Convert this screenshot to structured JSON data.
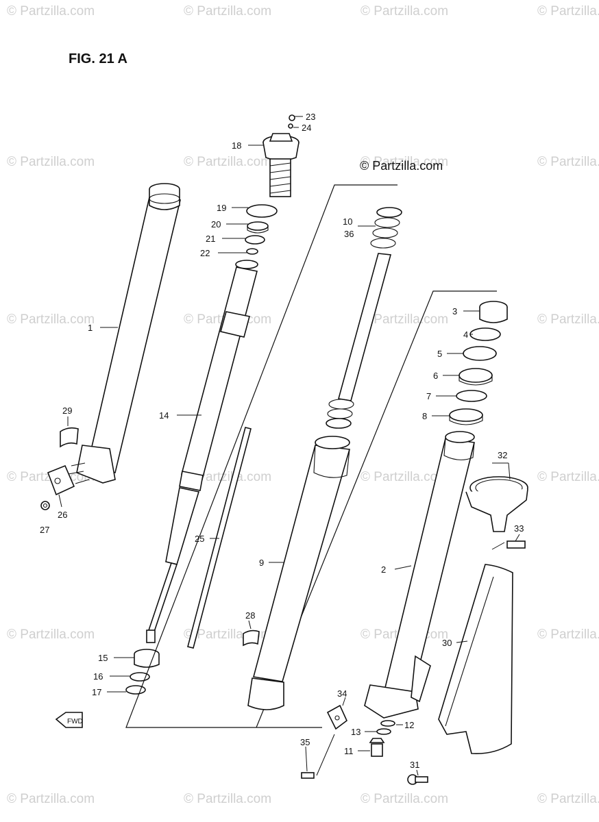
{
  "figure": {
    "title": "FIG. 21 A",
    "copyright": "© Partzilla.com",
    "direction_label": "FWD"
  },
  "watermark": {
    "text": "© Partzilla.com"
  },
  "labels": [
    {
      "id": "1",
      "text": "1"
    },
    {
      "id": "2",
      "text": "2"
    },
    {
      "id": "3",
      "text": "3"
    },
    {
      "id": "4",
      "text": "4"
    },
    {
      "id": "5",
      "text": "5"
    },
    {
      "id": "6",
      "text": "6"
    },
    {
      "id": "7",
      "text": "7"
    },
    {
      "id": "8",
      "text": "8"
    },
    {
      "id": "9",
      "text": "9"
    },
    {
      "id": "10",
      "text": "10"
    },
    {
      "id": "11",
      "text": "11"
    },
    {
      "id": "12",
      "text": "12"
    },
    {
      "id": "13",
      "text": "13"
    },
    {
      "id": "14",
      "text": "14"
    },
    {
      "id": "15",
      "text": "15"
    },
    {
      "id": "16",
      "text": "16"
    },
    {
      "id": "17",
      "text": "17"
    },
    {
      "id": "18",
      "text": "18"
    },
    {
      "id": "19",
      "text": "19"
    },
    {
      "id": "20",
      "text": "20"
    },
    {
      "id": "21",
      "text": "21"
    },
    {
      "id": "22",
      "text": "22"
    },
    {
      "id": "23",
      "text": "23"
    },
    {
      "id": "24",
      "text": "24"
    },
    {
      "id": "25",
      "text": "25"
    },
    {
      "id": "26",
      "text": "26"
    },
    {
      "id": "27",
      "text": "27"
    },
    {
      "id": "28",
      "text": "28"
    },
    {
      "id": "29",
      "text": "29"
    },
    {
      "id": "30",
      "text": "30"
    },
    {
      "id": "31",
      "text": "31"
    },
    {
      "id": "32",
      "text": "32"
    },
    {
      "id": "33",
      "text": "33"
    },
    {
      "id": "34",
      "text": "34"
    },
    {
      "id": "35",
      "text": "35"
    },
    {
      "id": "36",
      "text": "36"
    }
  ]
}
